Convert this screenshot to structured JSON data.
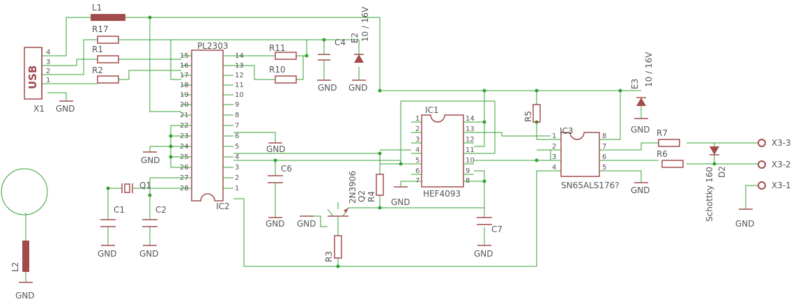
{
  "labels": {
    "l1": "L1",
    "l2": "L2",
    "r17": "R17",
    "r1": "R1",
    "r2": "R2",
    "r3": "R3",
    "r4": "R4",
    "r5": "R5",
    "r6": "R6",
    "r7": "R7",
    "r10": "R10",
    "r11": "R11",
    "c1": "C1",
    "c2": "C2",
    "c4": "C4",
    "c6": "C6",
    "c7": "C7",
    "e2": "E2",
    "e2v": "10 / 16V",
    "e3": "E3",
    "e3v": "10 / 16V",
    "q1": "Q1",
    "q2": "Q2",
    "q2t": "2N3906",
    "d2": "D2",
    "d2t": "Schottky 160",
    "x1": "X1",
    "usb": "USB",
    "ic1": "IC1",
    "ic1t": "HEF4093",
    "ic2": "IC2",
    "ic2t": "PL2303",
    "ic3": "IC3",
    "ic3t": "SN65ALS176?",
    "x33": "X3-3",
    "x32": "X3-2",
    "x31": "X3-1",
    "gnd": "GND"
  },
  "usb_pins": [
    "4",
    "3",
    "2",
    "1"
  ],
  "ic2_left": [
    "15",
    "16",
    "17",
    "18",
    "19",
    "20",
    "21",
    "22",
    "23",
    "24",
    "25",
    "26",
    "27",
    "28"
  ],
  "ic2_right": [
    "14",
    "13",
    "12",
    "11",
    "10",
    "9",
    "8",
    "7",
    "6",
    "5",
    "4",
    "3",
    "2",
    "1"
  ],
  "ic1_left": [
    "1",
    "2",
    "3",
    "4",
    "5",
    "6",
    "7"
  ],
  "ic1_right": [
    "14",
    "13",
    "12",
    "11",
    "10",
    "9",
    "8"
  ],
  "ic3_left": [
    "1",
    "2",
    "3",
    "4"
  ],
  "ic3_right": [
    "8",
    "7",
    "6",
    "5"
  ],
  "colors": {
    "wire": "#33a133",
    "part": "#a34b4b",
    "text": "#555555"
  }
}
